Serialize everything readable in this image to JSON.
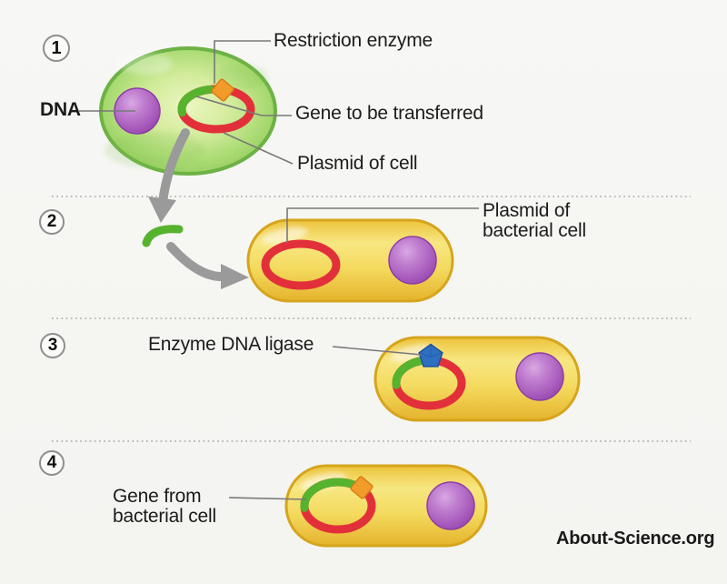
{
  "page": {
    "background": "#f6f6f3",
    "watermark": "About-Science.org"
  },
  "colors": {
    "cell_green_border": "#6cb244",
    "dna_purple": "#b266c4",
    "dna_purple_border": "#8d3da6",
    "plasmid_red": "#e2303a",
    "gene_green": "#56b32e",
    "enzyme_orange": "#f39b2a",
    "enzyme_orange_border": "#d87e14",
    "ligase_blue": "#2e6fc0",
    "ligase_blue_border": "#1d4f9e",
    "capsule_yellow": "#f2d04e",
    "capsule_border": "#d6a51d",
    "arrow_gray": "#9a9a9a",
    "leader_gray": "#787878",
    "divider_gray": "#bdbdbd",
    "badge_border": "#8e8e8e",
    "text": "#1c1c1c"
  },
  "steps": {
    "s1": {
      "number": "1",
      "dna_label": "DNA",
      "restriction_label": "Restriction enzyme",
      "gene_label": "Gene to be transferred",
      "plasmid_label": "Plasmid of cell"
    },
    "s2": {
      "number": "2",
      "plasmid_label_line1": "Plasmid of",
      "plasmid_label_line2": "bacterial cell"
    },
    "s3": {
      "number": "3",
      "ligase_label": "Enzyme DNA ligase"
    },
    "s4": {
      "number": "4",
      "gene_label_line1": "Gene from",
      "gene_label_line2": "bacterial cell"
    }
  }
}
